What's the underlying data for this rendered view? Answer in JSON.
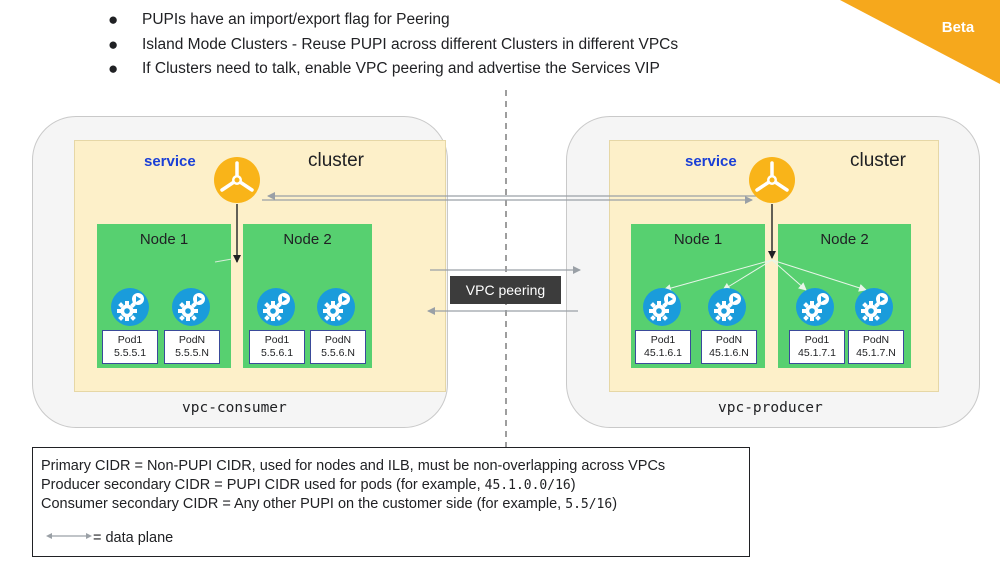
{
  "bullets": [
    "PUPIs have an import/export flag for Peering",
    "Island Mode Clusters - Reuse PUPI across different Clusters in different VPCs",
    "If Clusters need to talk, enable VPC peering and advertise the Services VIP"
  ],
  "bullet_glyph": "●",
  "beta_label": "Beta",
  "colors": {
    "beta": "#f6a81c",
    "node": "#57d070",
    "cluster": "#fdf0c9",
    "service_text": "#1a3fd6",
    "pod_icon": "#1a9cdb",
    "service_icon": "#f9b419"
  },
  "consumer": {
    "service_label": "service",
    "cluster_label": "cluster",
    "vpc_name": "vpc-consumer",
    "nodes": [
      {
        "label": "Node 1",
        "pods": [
          {
            "name": "Pod1",
            "ip": "5.5.5.1"
          },
          {
            "name": "PodN",
            "ip": "5.5.5.N"
          }
        ]
      },
      {
        "label": "Node 2",
        "pods": [
          {
            "name": "Pod1",
            "ip": "5.5.6.1"
          },
          {
            "name": "PodN",
            "ip": "5.5.6.N"
          }
        ]
      }
    ]
  },
  "producer": {
    "service_label": "service",
    "cluster_label": "cluster",
    "vpc_name": "vpc-producer",
    "nodes": [
      {
        "label": "Node 1",
        "pods": [
          {
            "name": "Pod1",
            "ip": "45.1.6.1"
          },
          {
            "name": "PodN",
            "ip": "45.1.6.N"
          }
        ]
      },
      {
        "label": "Node 2",
        "pods": [
          {
            "name": "Pod1",
            "ip": "45.1.7.1"
          },
          {
            "name": "PodN",
            "ip": "45.1.7.N"
          }
        ]
      }
    ]
  },
  "peering_label": "VPC peering",
  "legend": {
    "line1": "Primary CIDR = Non-PUPI CIDR, used for nodes and ILB, must be non-overlapping across VPCs",
    "line2_prefix": "Producer secondary CIDR = PUPI CIDR used for pods (for example, ",
    "line2_code": "45.1.0.0/16",
    "line2_suffix": ")",
    "line3_prefix": "Consumer secondary CIDR = Any other PUPI on the customer side (for example, ",
    "line3_code": "5.5/16",
    "line3_suffix": ")",
    "data_plane": "= data plane"
  }
}
